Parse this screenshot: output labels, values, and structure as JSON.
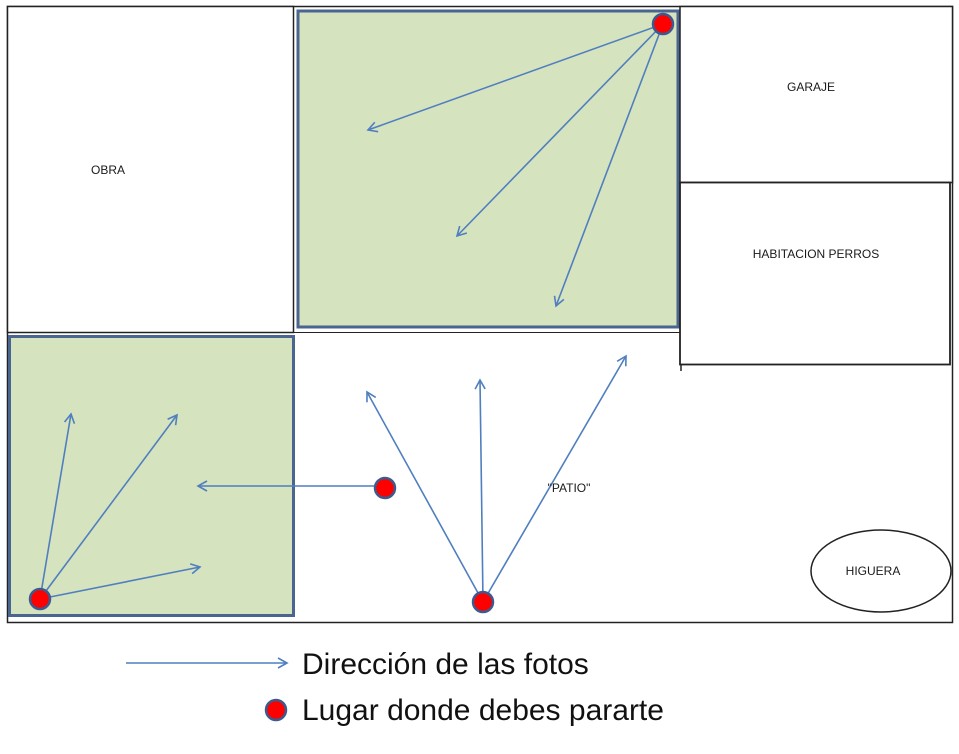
{
  "rooms": {
    "obra": "OBRA",
    "garaje": "GARAJE",
    "habitacion_perros": "HABITACION PERROS",
    "patio": "\"PATIO\"",
    "higuera": "HIGUERA"
  },
  "legend": {
    "arrow_text": "Dirección de las fotos",
    "dot_text": "Lugar donde debes pararte"
  },
  "colors": {
    "highlight_fill": "#d6e3bf",
    "highlight_border": "#4a6590",
    "arrow": "#4f7fbf",
    "dot_fill": "#ff0000",
    "dot_ring": "#3d5a8f"
  },
  "icons": {
    "arrow": "arrow-icon",
    "dot": "position-dot-icon"
  }
}
